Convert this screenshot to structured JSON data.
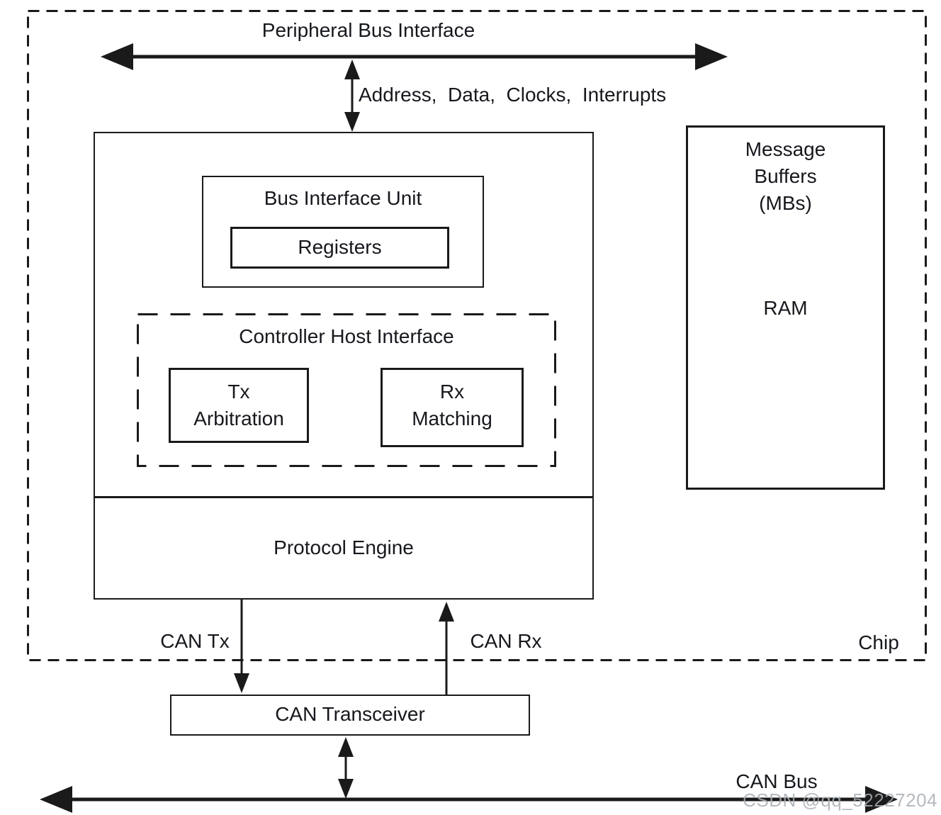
{
  "colors": {
    "background": "#ffffff",
    "line": "#1a1a1a",
    "text": "#16181d",
    "watermark": "#a9aeb5"
  },
  "diagram": {
    "kind": "block-diagram",
    "labels": {
      "peripheral_bus": "Peripheral Bus Interface",
      "bus_signals": "Address,  Data,  Clocks,  Interrupts",
      "bus_interface_unit": "Bus Interface Unit",
      "registers": "Registers",
      "controller_host_interface": "Controller Host Interface",
      "tx_arbitration": "Tx\nArbitration",
      "rx_matching": "Rx\nMatching",
      "protocol_engine": "Protocol Engine",
      "message_buffers": "Message\nBuffers\n(MBs)",
      "ram": "RAM",
      "can_tx": "CAN Tx",
      "can_rx": "CAN Rx",
      "chip": "Chip",
      "can_transceiver": "CAN Transceiver",
      "can_bus": "CAN Bus"
    },
    "watermark": "CSDN @qq_52227204"
  }
}
